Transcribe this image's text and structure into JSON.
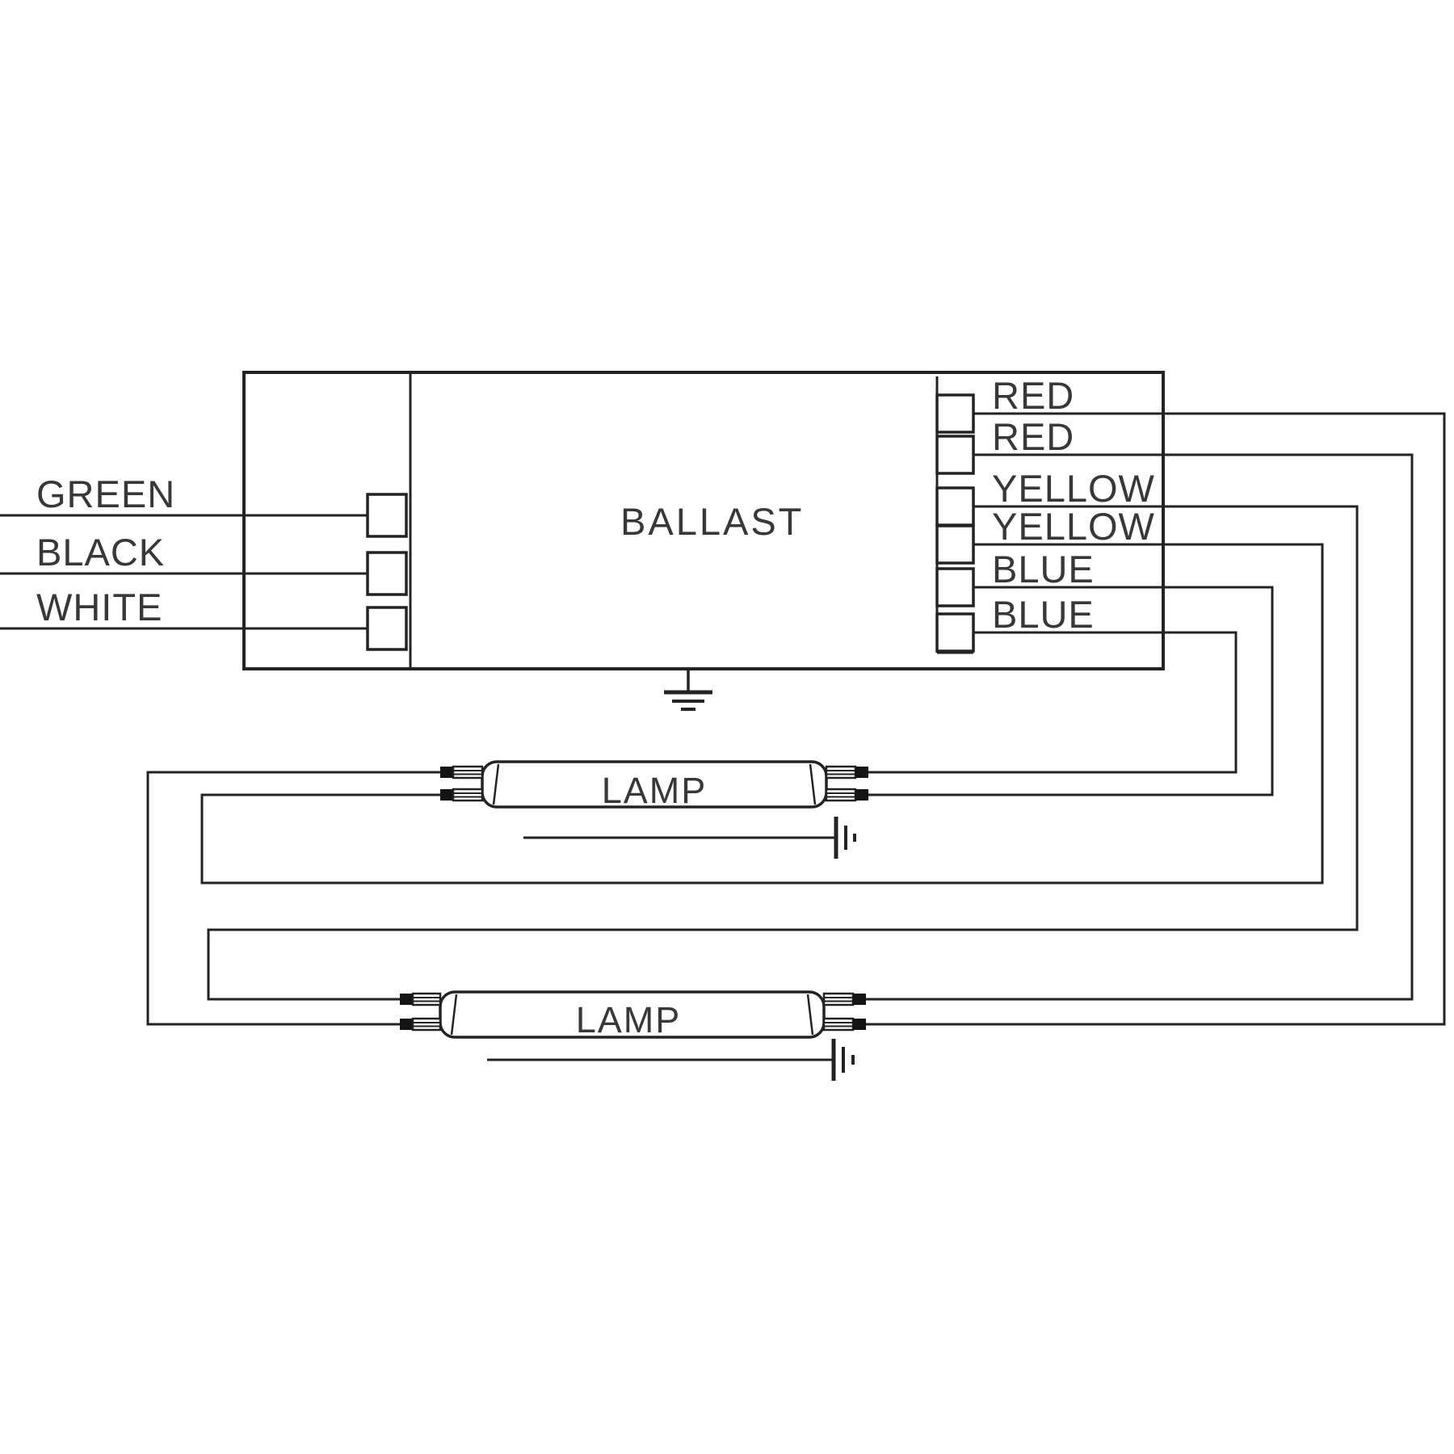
{
  "diagram_type": "ballast-lamp-wiring-diagram",
  "colors": {
    "background": "#ffffff",
    "line": "#232323",
    "text": "#383838"
  },
  "ballast": {
    "label": "BALLAST"
  },
  "input_wires": {
    "labels": [
      "GREEN",
      "BLACK",
      "WHITE"
    ]
  },
  "output_wires": {
    "labels": [
      "RED",
      "RED",
      "YELLOW",
      "YELLOW",
      "BLUE",
      "BLUE"
    ]
  },
  "lamps": {
    "lamp1_label": "LAMP",
    "lamp2_label": "LAMP"
  },
  "icons": {
    "ground_symbols": [
      "ballast-ground",
      "lamp1-ground",
      "lamp2-ground"
    ]
  }
}
